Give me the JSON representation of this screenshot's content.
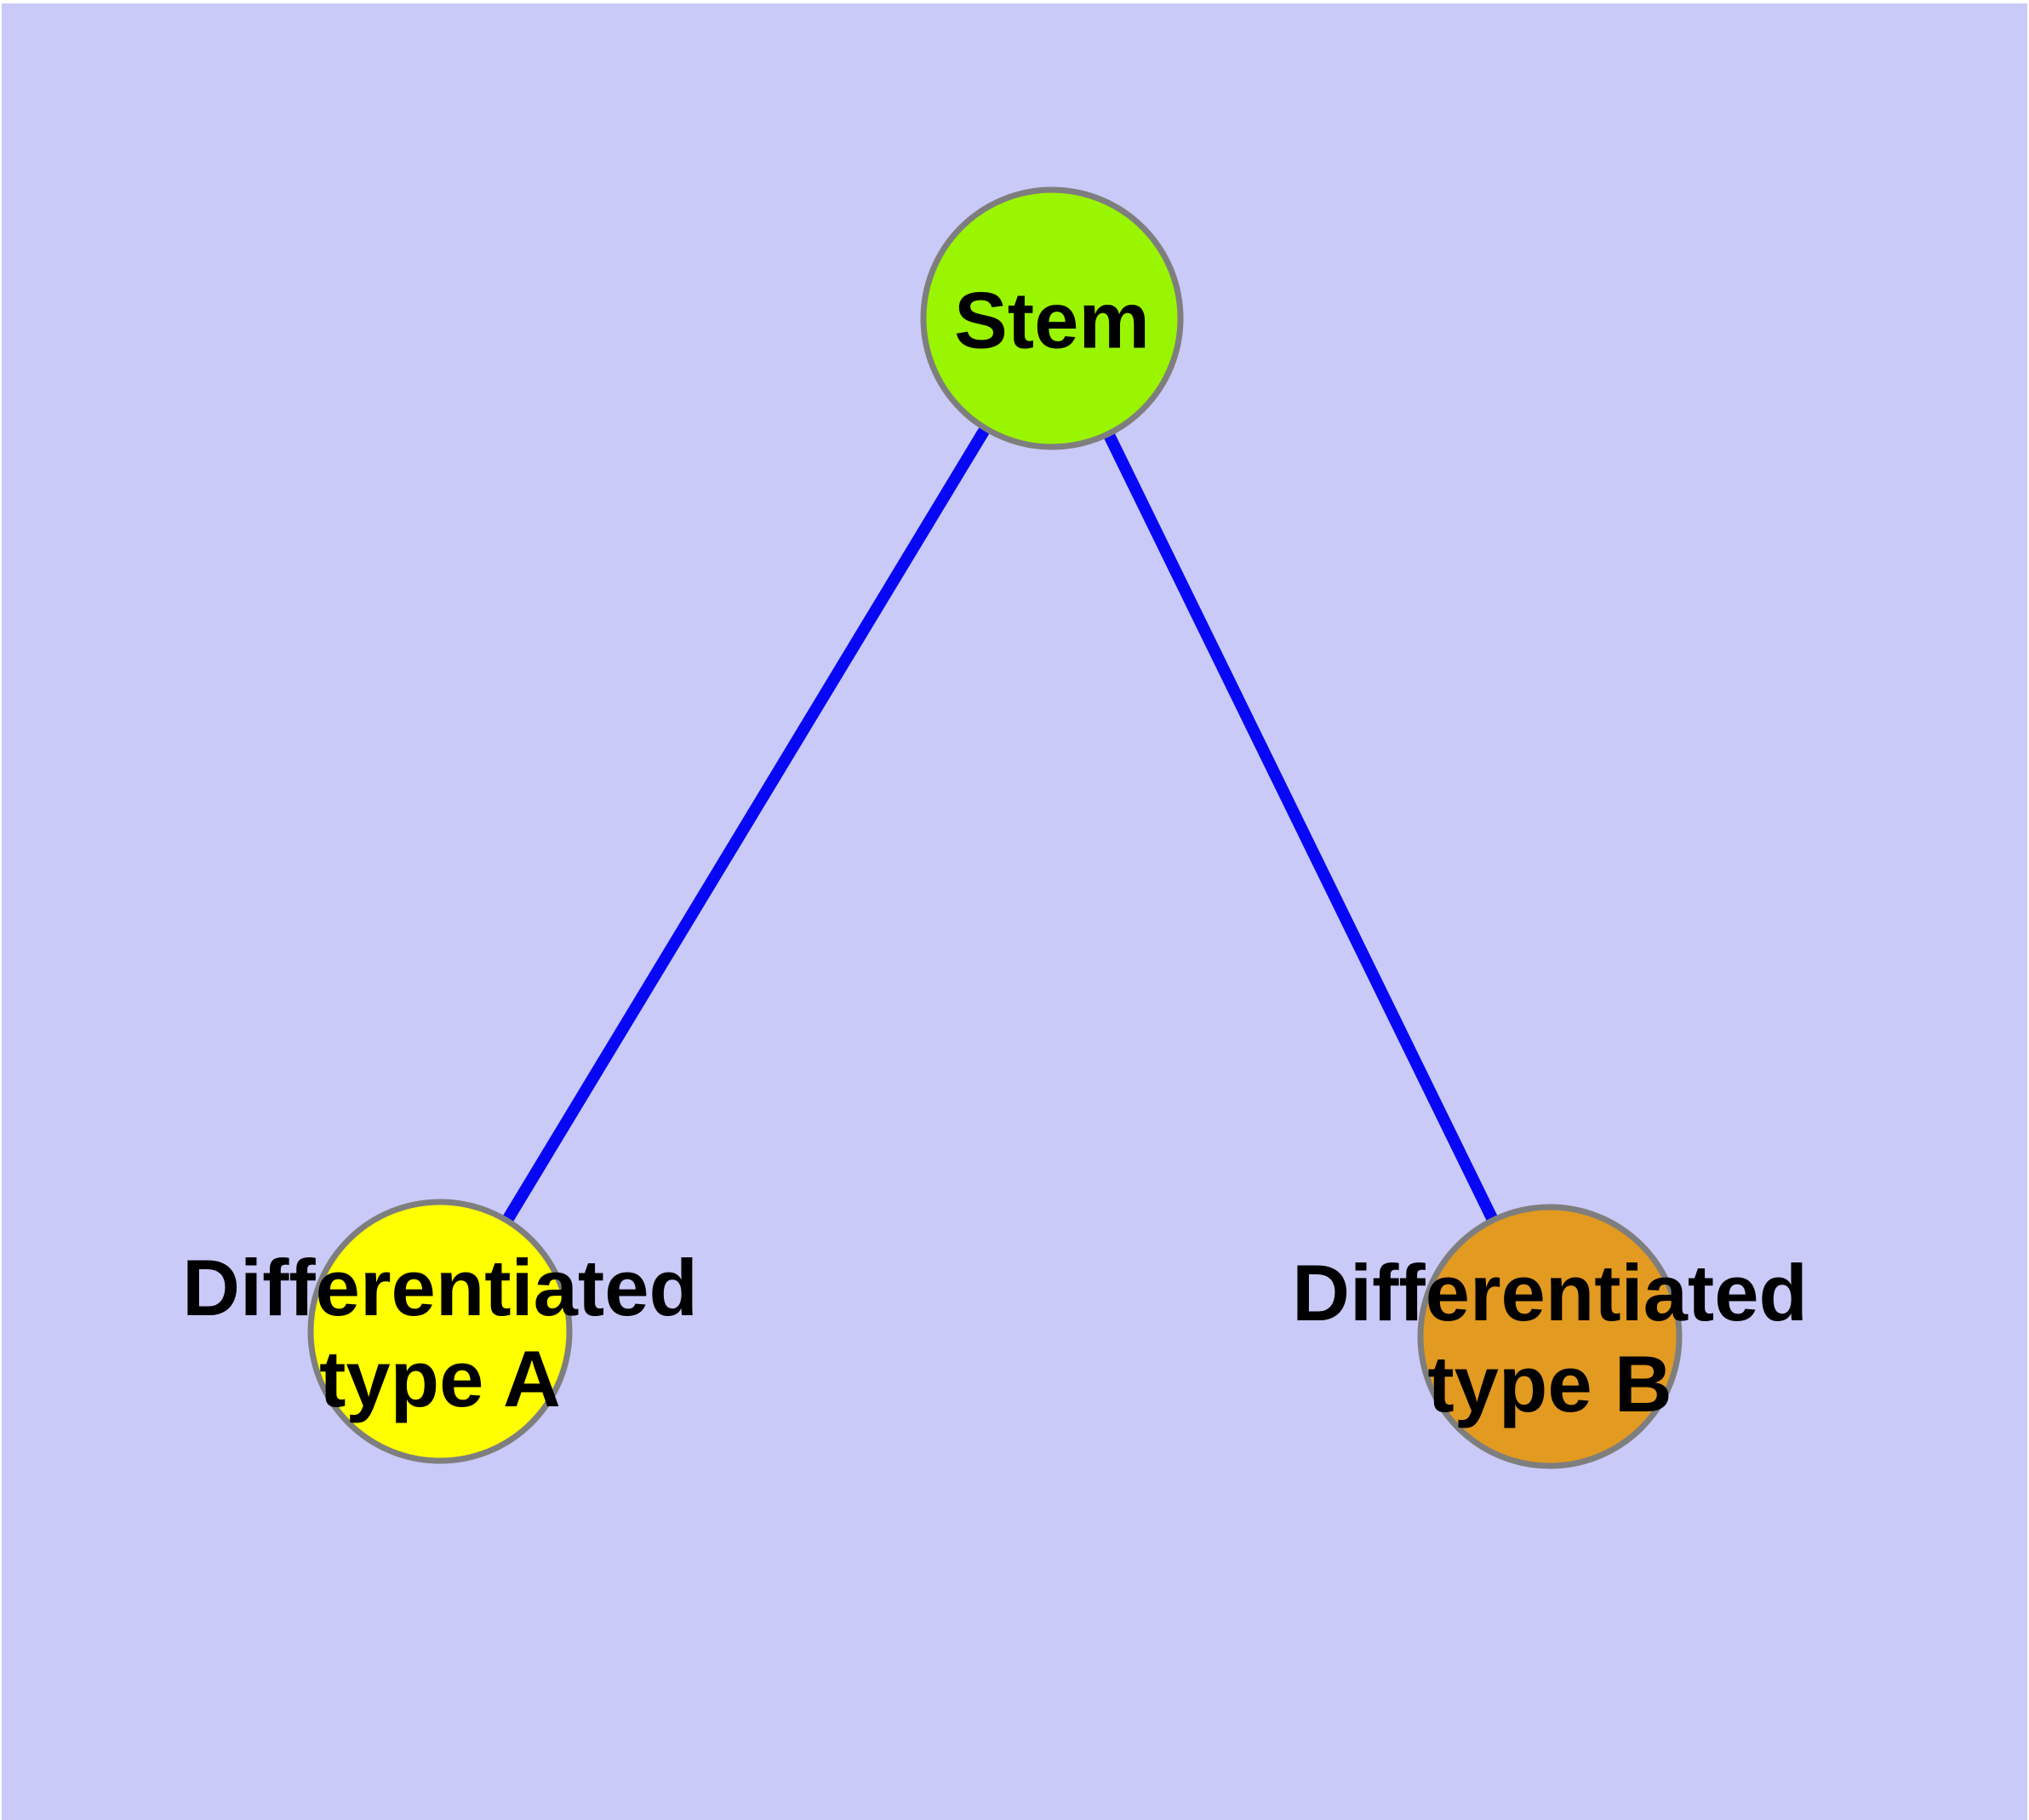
{
  "canvas": {
    "background_color": "#CACAF8",
    "margin_color": "#FFFFFF"
  },
  "styles": {
    "edge_color": "#0707F5",
    "edge_width": "14",
    "node_border_color": "#7E7E7E",
    "node_border_width": "7",
    "label_color": "#000000"
  },
  "nodes": {
    "stem": {
      "label": "Stem",
      "fill": "#9AF500"
    },
    "type_a": {
      "line1": "Differentiated",
      "line2": "type A",
      "fill": "#FFFF00"
    },
    "type_b": {
      "line1": "Differentiated",
      "line2": "type B",
      "fill": "#E39A20"
    }
  },
  "edges": [
    {
      "from": "Stem",
      "to": "Differentiated type A"
    },
    {
      "from": "Stem",
      "to": "Differentiated type B"
    }
  ]
}
